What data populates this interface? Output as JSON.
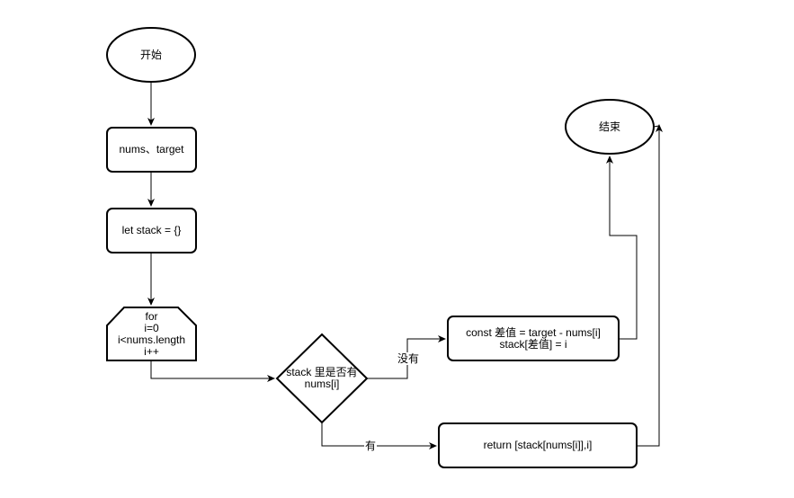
{
  "nodes": {
    "start": {
      "label": "开始"
    },
    "input": {
      "label": "nums、target"
    },
    "init_stack": {
      "label": "let stack = {}"
    },
    "loop": {
      "lines": [
        "for",
        "i=0",
        "i<nums.length",
        "i++"
      ]
    },
    "decision": {
      "lines": [
        "stack 里是否有",
        "nums[i]"
      ]
    },
    "compute": {
      "lines": [
        "const 差值 = target - nums[i]",
        "stack[差值] = i"
      ]
    },
    "end": {
      "label": "结束"
    },
    "return": {
      "label": "return [stack[nums[i]],i]"
    }
  },
  "edges": {
    "no_label": "没有",
    "yes_label": "有"
  }
}
